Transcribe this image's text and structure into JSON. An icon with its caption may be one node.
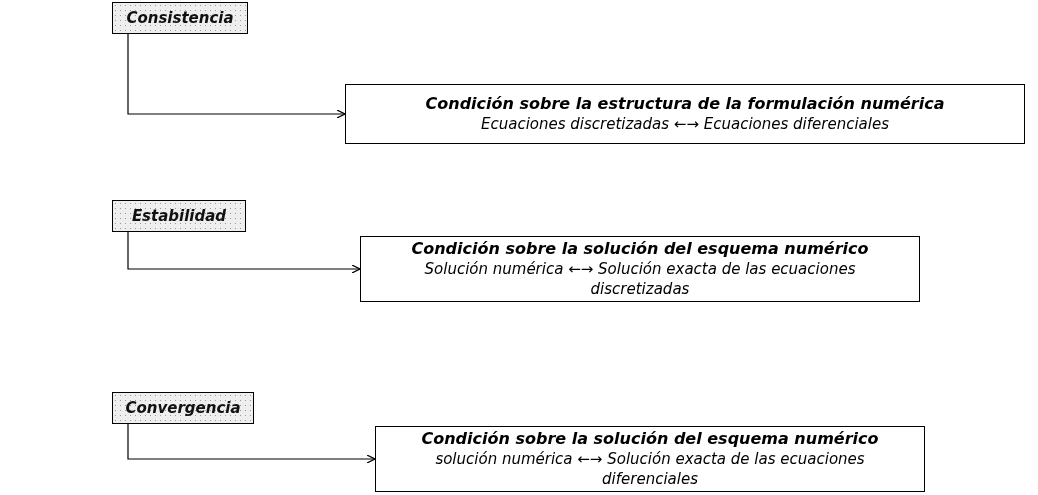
{
  "diagram": {
    "nodes": [
      {
        "text": [
          "Consistencia"
        ]
      },
      {
        "text": [
          "Condición sobre la estructura de la formulación numérica",
          "Ecuaciones discretizadas ←→ Ecuaciones diferenciales"
        ]
      },
      {
        "text": [
          "Estabilidad"
        ]
      },
      {
        "text": [
          "Condición sobre la solución del esquema numérico",
          "Solución numérica ←→ Solución exacta de las ecuaciones discretizadas"
        ]
      },
      {
        "text": [
          "Convergencia"
        ]
      },
      {
        "text": [
          "Condición sobre la solución del esquema numérico",
          "solución numérica ←→ Solución exacta de las ecuaciones diferenciales"
        ]
      }
    ],
    "edges": [
      {
        "from": 0,
        "to": 1,
        "arrow": "to"
      },
      {
        "from": 2,
        "to": 3,
        "arrow": "to"
      },
      {
        "from": 4,
        "to": 5,
        "arrow": "to"
      }
    ]
  }
}
